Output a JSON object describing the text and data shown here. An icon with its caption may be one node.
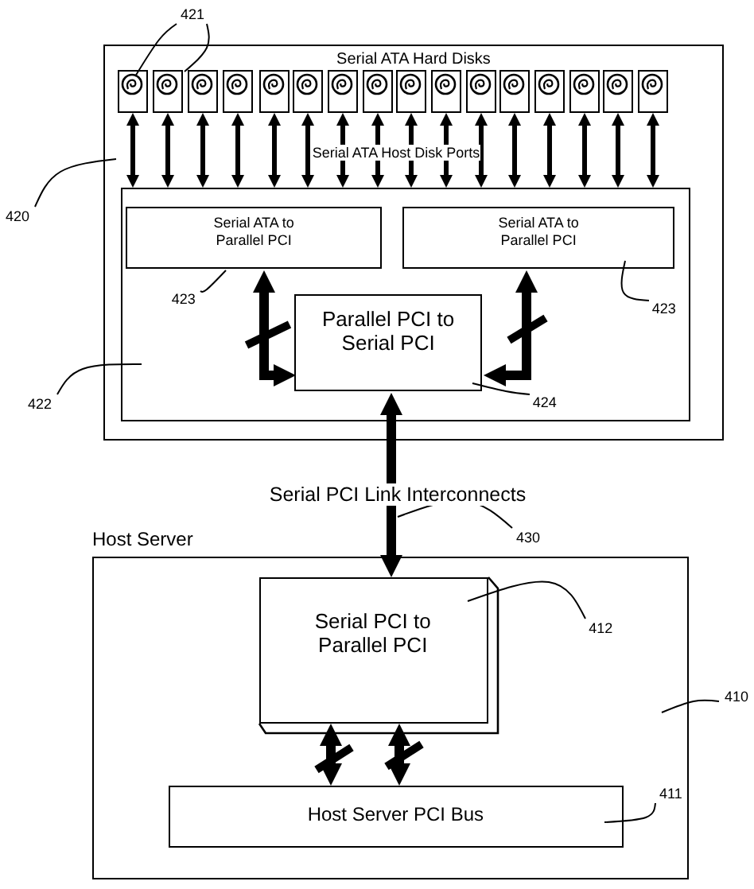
{
  "diagram": {
    "nodes": [
      {
        "text": [
          "Serial ATA Hard Disks"
        ]
      },
      {
        "text": [],
        "shape": "box",
        "in": 0
      },
      {
        "text": [],
        "shape": "box",
        "in": 0
      },
      {
        "text": [],
        "shape": "box",
        "in": 0
      },
      {
        "text": [],
        "shape": "box",
        "in": 0
      },
      {
        "text": [],
        "shape": "box",
        "in": 0
      },
      {
        "text": [],
        "shape": "box",
        "in": 0
      },
      {
        "text": [],
        "shape": "box",
        "in": 0
      },
      {
        "text": [],
        "shape": "box",
        "in": 0
      },
      {
        "text": [],
        "shape": "box",
        "in": 0
      },
      {
        "text": [],
        "shape": "box",
        "in": 0
      },
      {
        "text": [],
        "shape": "box",
        "in": 0
      },
      {
        "text": [],
        "shape": "box",
        "in": 0
      },
      {
        "text": [],
        "shape": "box",
        "in": 0
      },
      {
        "text": [],
        "shape": "box",
        "in": 0
      },
      {
        "text": [],
        "shape": "box",
        "in": 0
      },
      {
        "text": [],
        "shape": "box",
        "in": 0
      },
      {
        "text": [],
        "shape": "box",
        "in": 0
      },
      {
        "text": [
          "Serial ATA to Parallel PCI"
        ],
        "in": 17
      },
      {
        "text": [
          "Serial ATA to Parallel PCI"
        ],
        "in": 17
      },
      {
        "text": [
          "Parallel PCI to Serial PCI"
        ],
        "in": 17
      },
      {
        "text": [
          "Host Server"
        ]
      },
      {
        "text": [
          "Serial PCI to Parallel PCI"
        ],
        "in": 21
      },
      {
        "text": [
          "Host Server PCI Bus"
        ],
        "in": 21
      },
      {
        "text": [
          "421"
        ]
      },
      {
        "text": [
          "420"
        ]
      },
      {
        "text": [
          "423"
        ],
        "in": 17
      },
      {
        "text": [
          "423"
        ],
        "in": 17
      },
      {
        "text": [
          "422"
        ]
      },
      {
        "text": [
          "424"
        ],
        "in": 17
      },
      {
        "text": [
          "430"
        ]
      },
      {
        "text": [
          "412"
        ],
        "in": 21
      },
      {
        "text": [
          "410"
        ]
      },
      {
        "text": [
          "411"
        ],
        "in": 21
      }
    ],
    "edges": [
      {
        "from": 1,
        "to": 17,
        "arrow": "both"
      },
      {
        "from": 2,
        "to": 17,
        "arrow": "both"
      },
      {
        "from": 3,
        "to": 17,
        "arrow": "both"
      },
      {
        "from": 4,
        "to": 17,
        "arrow": "both"
      },
      {
        "from": 5,
        "to": 17,
        "arrow": "both"
      },
      {
        "from": 6,
        "to": 17,
        "arrow": "both"
      },
      {
        "from": 7,
        "to": 17,
        "arrow": "both"
      },
      {
        "from": 8,
        "to": 17,
        "arrow": "both"
      },
      {
        "from": 9,
        "to": 17,
        "arrow": "both"
      },
      {
        "from": 10,
        "to": 17,
        "arrow": "both"
      },
      {
        "from": 11,
        "to": 17,
        "arrow": "both"
      },
      {
        "from": 12,
        "to": 17,
        "arrow": "both"
      },
      {
        "from": 13,
        "to": 17,
        "arrow": "both"
      },
      {
        "from": 14,
        "to": 17,
        "arrow": "both"
      },
      {
        "from": 15,
        "to": 17,
        "arrow": "both"
      },
      {
        "from": 16,
        "to": 17,
        "arrow": "both"
      },
      {
        "from": 20,
        "to": 18,
        "arrow": "both",
        "style": "thick"
      },
      {
        "from": 20,
        "to": 19,
        "arrow": "both",
        "style": "thick"
      },
      {
        "from": 20,
        "to": 22,
        "arrow": "both",
        "style": "thick",
        "label": "Serial PCI Link Interconnects"
      },
      {
        "from": 22,
        "to": 23,
        "arrow": "both",
        "style": "thick"
      },
      {
        "from": 22,
        "to": 23,
        "arrow": "both",
        "style": "thick"
      },
      {
        "from": 24,
        "to": 1,
        "arrow": "none"
      },
      {
        "from": 24,
        "to": 2,
        "arrow": "none"
      },
      {
        "from": 25,
        "to": 0,
        "arrow": "none"
      },
      {
        "from": 26,
        "to": 18,
        "arrow": "none"
      },
      {
        "from": 27,
        "to": 19,
        "arrow": "none"
      },
      {
        "from": 28,
        "to": 17,
        "arrow": "none"
      },
      {
        "from": 29,
        "to": 20,
        "arrow": "none"
      },
      {
        "from": 30,
        "to": null,
        "arrow": "none"
      },
      {
        "from": 31,
        "to": 22,
        "arrow": "none"
      },
      {
        "from": 32,
        "to": 21,
        "arrow": "none"
      },
      {
        "from": 33,
        "to": 23,
        "arrow": "none"
      }
    ],
    "labels": [
      "Serial ATA Host Disk Ports"
    ]
  }
}
